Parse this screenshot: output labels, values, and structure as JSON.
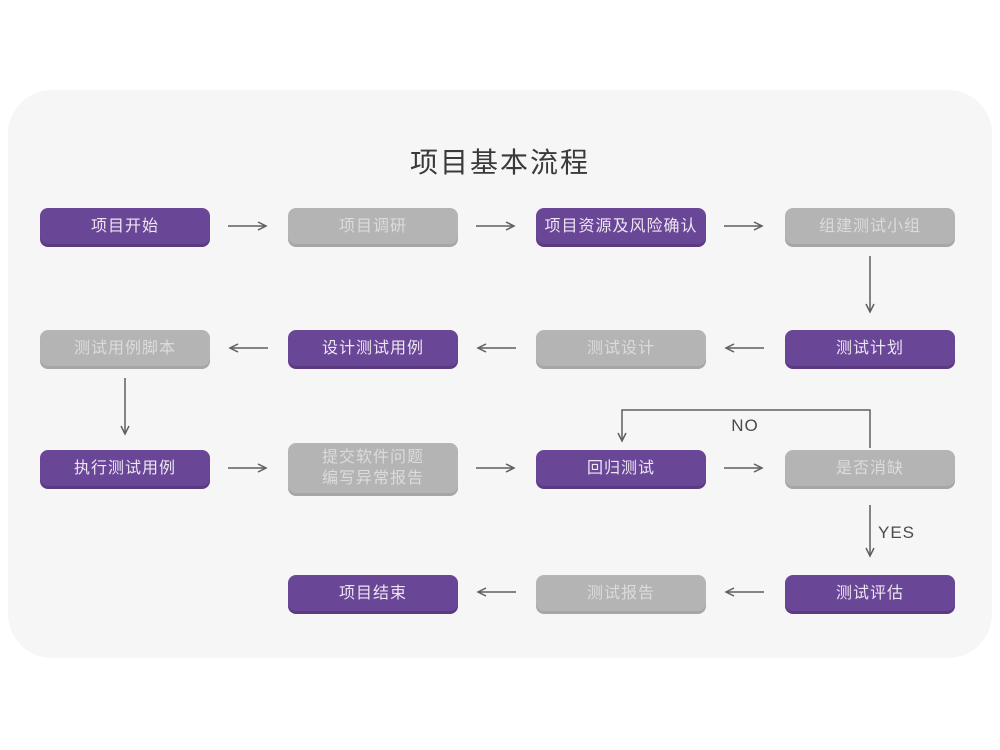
{
  "title": "项目基本流程",
  "colors": {
    "page_bg": "#ffffff",
    "card_bg": "#f6f6f6",
    "purple": "#6a4697",
    "purple_edge": "#5b3a82",
    "purple_text": "#ece6f2",
    "gray": "#b5b4b5",
    "gray_edge": "#a7a6a7",
    "gray_text": "#dcdbdc",
    "arrow": "#5f5f5f",
    "title_color": "#3a3a3a"
  },
  "nodes": [
    {
      "id": "node-project-start",
      "lines": [
        "项目开始"
      ],
      "variant": "purple",
      "row": 0,
      "col": 0
    },
    {
      "id": "node-project-research",
      "lines": [
        "项目调研"
      ],
      "variant": "gray",
      "row": 0,
      "col": 1
    },
    {
      "id": "node-resources-risk",
      "lines": [
        "项目资源及风险确认"
      ],
      "variant": "purple",
      "row": 0,
      "col": 2
    },
    {
      "id": "node-build-test-team",
      "lines": [
        "组建测试小组"
      ],
      "variant": "gray",
      "row": 0,
      "col": 3
    },
    {
      "id": "node-test-case-scripts",
      "lines": [
        "测试用例脚本"
      ],
      "variant": "gray",
      "row": 1,
      "col": 0
    },
    {
      "id": "node-design-test-cases",
      "lines": [
        "设计测试用例"
      ],
      "variant": "purple",
      "row": 1,
      "col": 1
    },
    {
      "id": "node-test-design",
      "lines": [
        "测试设计"
      ],
      "variant": "gray",
      "row": 1,
      "col": 2
    },
    {
      "id": "node-test-plan",
      "lines": [
        "测试计划"
      ],
      "variant": "purple",
      "row": 1,
      "col": 3
    },
    {
      "id": "node-execute-test-cases",
      "lines": [
        "执行测试用例"
      ],
      "variant": "purple",
      "row": 2,
      "col": 0
    },
    {
      "id": "node-submit-issue-report",
      "lines": [
        "提交软件问题",
        "编写异常报告"
      ],
      "variant": "gray",
      "row": 2,
      "col": 1,
      "tall": true
    },
    {
      "id": "node-regression-test",
      "lines": [
        "回归测试"
      ],
      "variant": "purple",
      "row": 2,
      "col": 2
    },
    {
      "id": "node-defect-cleared",
      "lines": [
        "是否消缺"
      ],
      "variant": "gray",
      "row": 2,
      "col": 3
    },
    {
      "id": "node-project-end",
      "lines": [
        "项目结束"
      ],
      "variant": "purple",
      "row": 3,
      "col": 1
    },
    {
      "id": "node-test-report",
      "lines": [
        "测试报告"
      ],
      "variant": "gray",
      "row": 3,
      "col": 2
    },
    {
      "id": "node-test-evaluation",
      "lines": [
        "测试评估"
      ],
      "variant": "purple",
      "row": 3,
      "col": 3
    }
  ],
  "edge_labels": {
    "no": "NO",
    "yes": "YES"
  }
}
